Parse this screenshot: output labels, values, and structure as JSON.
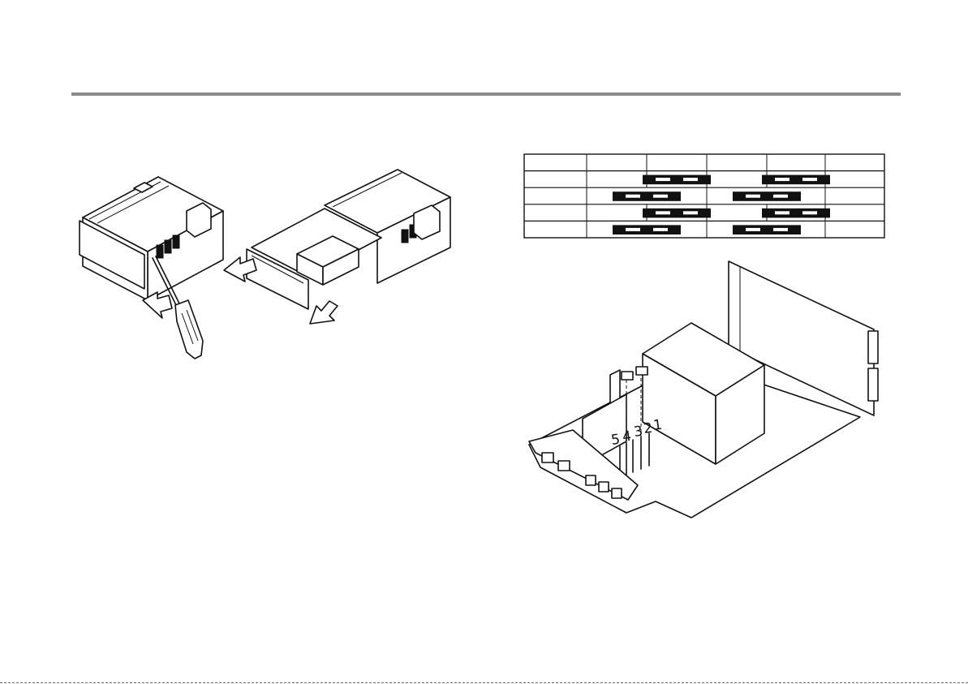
{
  "jumper_table": {
    "rows": [
      [
        "",
        "",
        "",
        "",
        "",
        ""
      ],
      [
        "",
        "",
        "jumper",
        "",
        "jumper",
        ""
      ],
      [
        "",
        "jumper-wide",
        "",
        "jumper-wide",
        "",
        ""
      ],
      [
        "",
        "",
        "jumper",
        "",
        "jumper",
        ""
      ],
      [
        "",
        "jumper-wide",
        "",
        "jumper-wide",
        "",
        ""
      ]
    ]
  },
  "pin_labels": [
    "5",
    "4",
    "3",
    "2",
    "1"
  ],
  "colors": {
    "ink": "#111111",
    "rule": "#8c8c8c",
    "paper": "#ffffff"
  }
}
